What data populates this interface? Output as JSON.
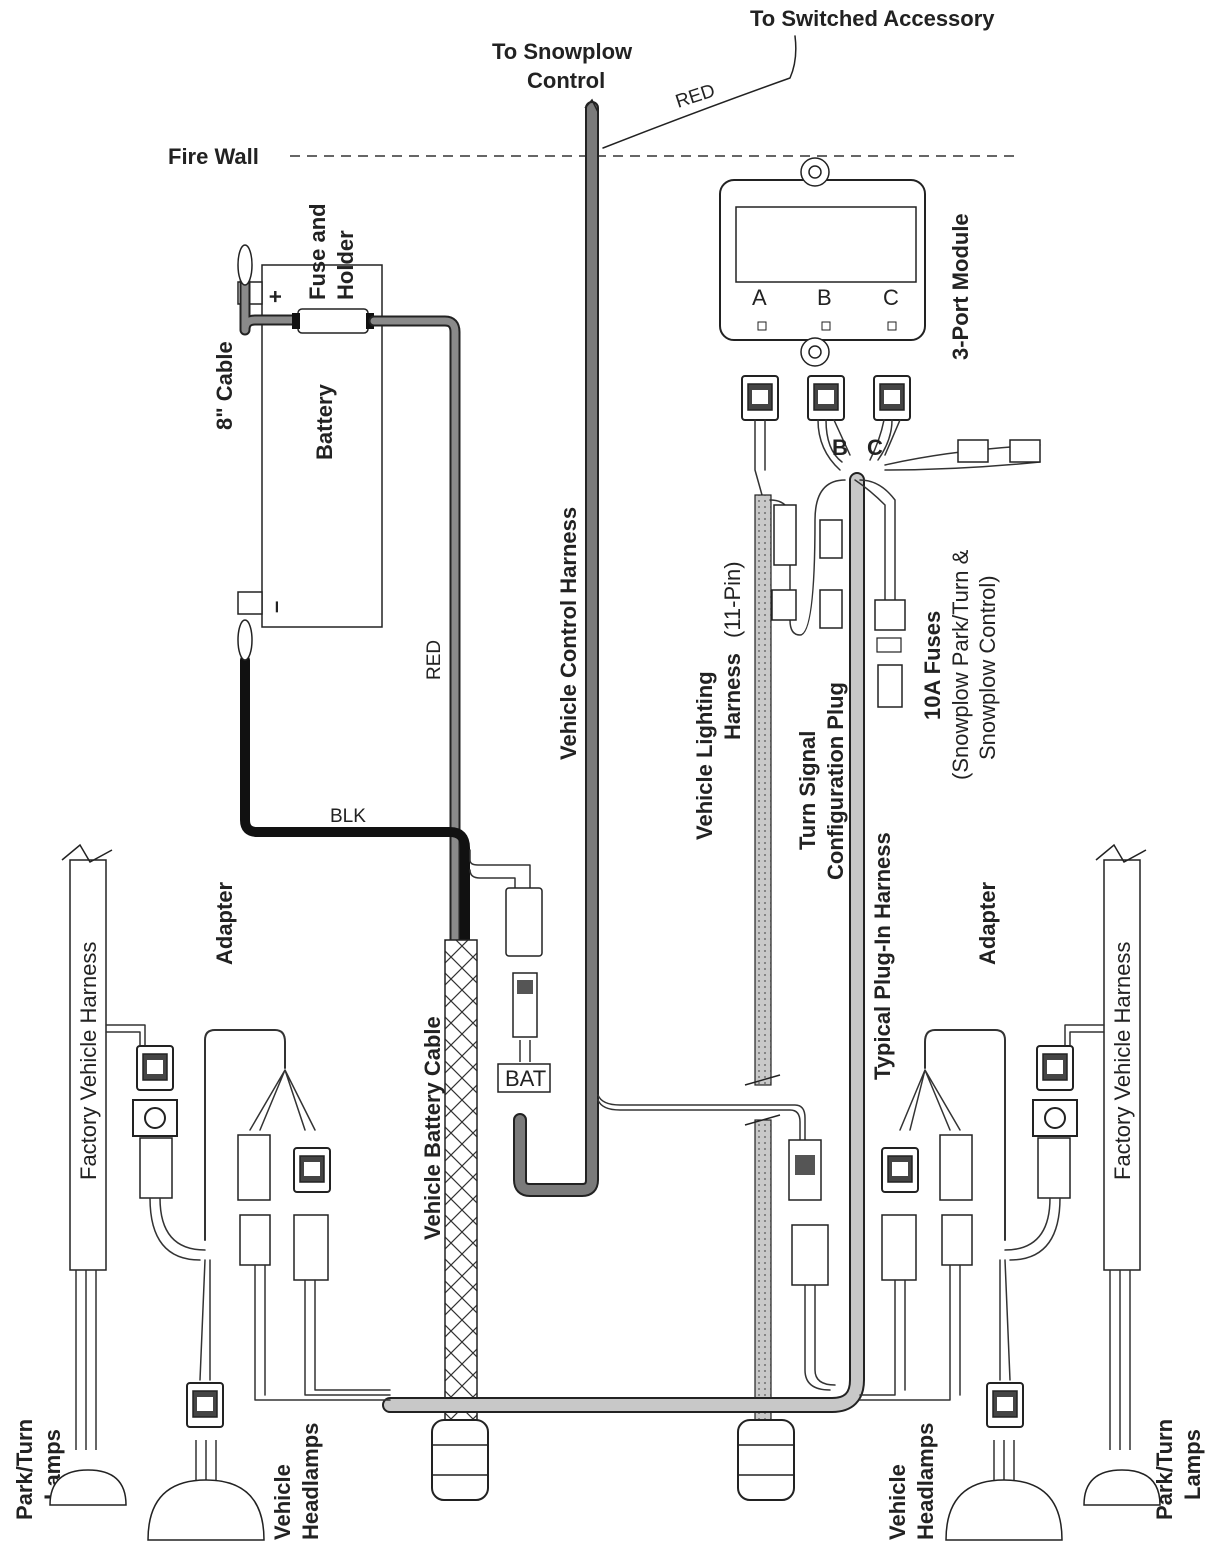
{
  "labels": {
    "to_switched_accessory": "To Switched Accessory",
    "to_snowplow_control_1": "To Snowplow",
    "to_snowplow_control_2": "Control",
    "red_top": "RED",
    "fire_wall": "Fire Wall",
    "fuse_holder_1": "Fuse and",
    "fuse_holder_2": "Holder",
    "cable_8in": "8\" Cable",
    "battery": "Battery",
    "battery_plus": "+",
    "battery_minus": "–",
    "red_mid": "RED",
    "blk": "BLK",
    "vehicle_control_harness": "Vehicle Control Harness",
    "three_port_module": "3-Port Module",
    "port_a": "A",
    "port_b": "B",
    "port_c": "C",
    "vlh_1": "Vehicle Lighting",
    "vlh_2_bold": "Harness",
    "vlh_2_rest": " (11-Pin)",
    "turn_signal_1": "Turn Signal",
    "turn_signal_2": "Configuration Plug",
    "fuses_1": "10A Fuses",
    "fuses_2": "(Snowplow Park/Turn &",
    "fuses_3": "Snowplow Control)",
    "typical_plugin": "Typical Plug-In Harness",
    "vehicle_battery_cable": "Vehicle Battery Cable",
    "bat": "BAT",
    "adapter_left": "Adapter",
    "adapter_right": "Adapter",
    "factory_harness_left": "Factory Vehicle Harness",
    "factory_harness_right": "Factory Vehicle Harness",
    "park_turn_1": "Park/Turn",
    "park_turn_2": "Lamps",
    "headlamps_1": "Vehicle",
    "headlamps_2": "Headlamps",
    "plug_b": "B",
    "plug_c": "C"
  },
  "colors": {
    "wire_red": "#7a7a7a",
    "wire_blk": "#111111",
    "harness_gray": "#c8c8c8",
    "outline": "#222222"
  }
}
